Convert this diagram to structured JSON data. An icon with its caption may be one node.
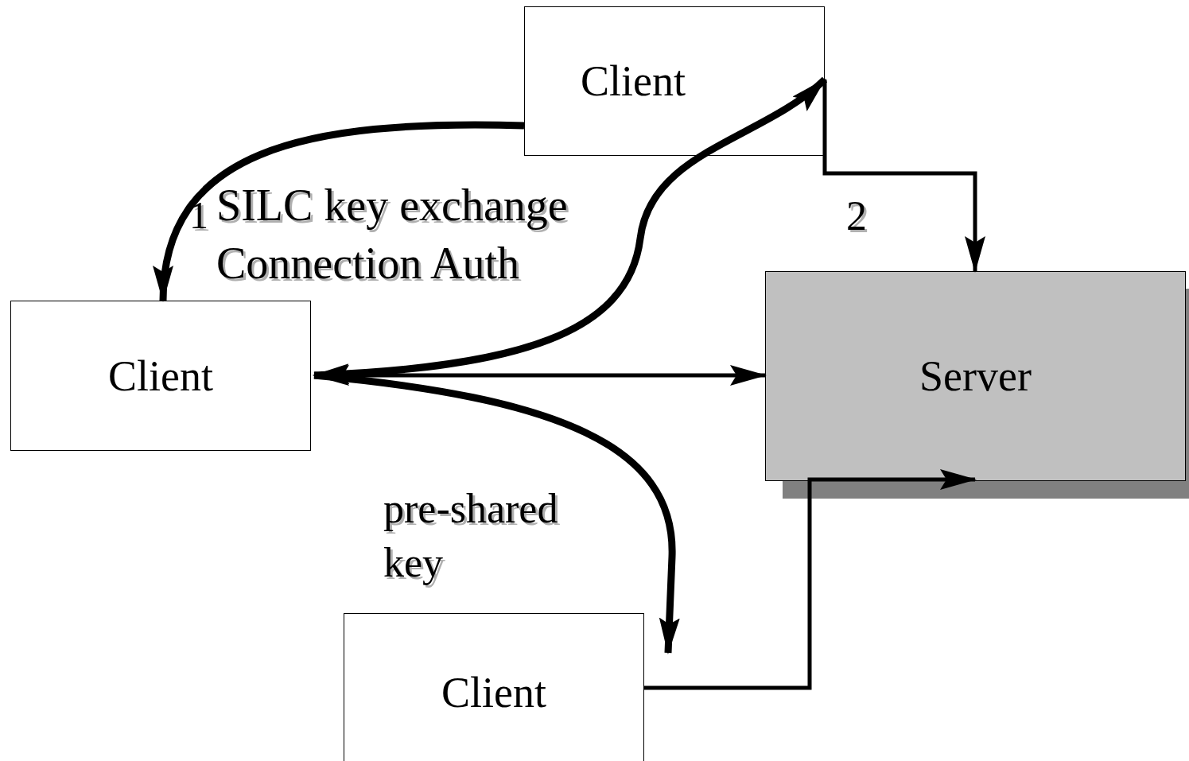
{
  "diagram": {
    "nodes": [
      {
        "text": [
          "Client"
        ]
      },
      {
        "text": [
          "Client"
        ]
      },
      {
        "text": [
          "Server"
        ]
      },
      {
        "text": [
          "Client"
        ]
      }
    ],
    "edges": [
      {
        "from": 0,
        "to": 1,
        "arrow": "to",
        "style": "thick"
      },
      {
        "from": 1,
        "to": 0,
        "arrow": "both",
        "style": "thick"
      },
      {
        "from": 1,
        "to": 2,
        "arrow": "both"
      },
      {
        "from": 1,
        "to": 3,
        "arrow": "to",
        "style": "thick"
      },
      {
        "from": 0,
        "to": 2,
        "arrow": "to"
      },
      {
        "from": 3,
        "to": 2,
        "arrow": "to"
      }
    ],
    "labels": [
      "1",
      "SILC key exchange",
      "Connection Auth",
      "2",
      "pre-shared key"
    ]
  }
}
